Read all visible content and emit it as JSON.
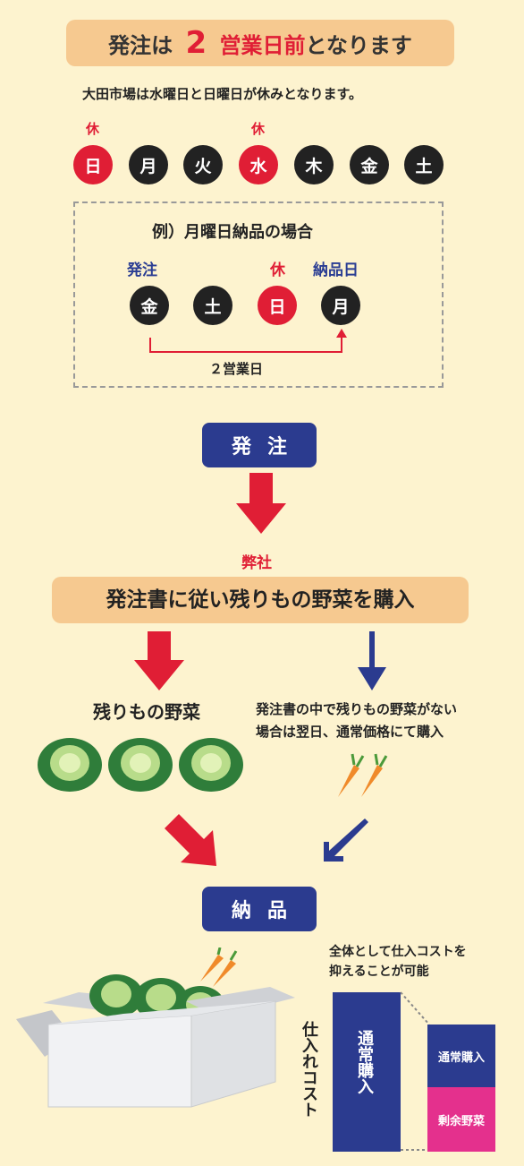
{
  "header": {
    "part1": "発注は",
    "number": "2",
    "part2": "営業日前",
    "part3": "となります"
  },
  "notice": "大田市場は水曜日と日曜日が休みとなります。",
  "week": {
    "closed_label": "休",
    "days": [
      {
        "label": "日",
        "closed": true
      },
      {
        "label": "月",
        "closed": false
      },
      {
        "label": "火",
        "closed": false
      },
      {
        "label": "水",
        "closed": true
      },
      {
        "label": "木",
        "closed": false
      },
      {
        "label": "金",
        "closed": false
      },
      {
        "label": "土",
        "closed": false
      }
    ]
  },
  "example": {
    "title": "例）月曜日納品の場合",
    "order_label": "発注",
    "closed_label": "休",
    "delivery_label": "納品日",
    "days": [
      "金",
      "土",
      "日",
      "月"
    ],
    "span_label": "２営業日"
  },
  "flow": {
    "order_button": "発注",
    "company_label": "弊社",
    "purchase_banner": "発注書に従い残りもの野菜を購入",
    "left_label": "残りもの野菜",
    "right_line1": "発注書の中で残りもの野菜がない",
    "right_line2": "場合は翌日、通常価格にて購入",
    "delivery_button": "納品"
  },
  "cost": {
    "note_line1": "全体として仕入コストを",
    "note_line2": "抑えることが可能",
    "axis_label": "仕入れコスト",
    "tall_bar_label": "通常購入",
    "small_top_label": "通常購入",
    "small_bottom_label": "剰余野菜"
  },
  "colors": {
    "red": "#e01e35",
    "navy": "#2b3b8f",
    "magenta": "#e4308d",
    "banner": "#f6c990",
    "bg": "#fdf3cf"
  }
}
